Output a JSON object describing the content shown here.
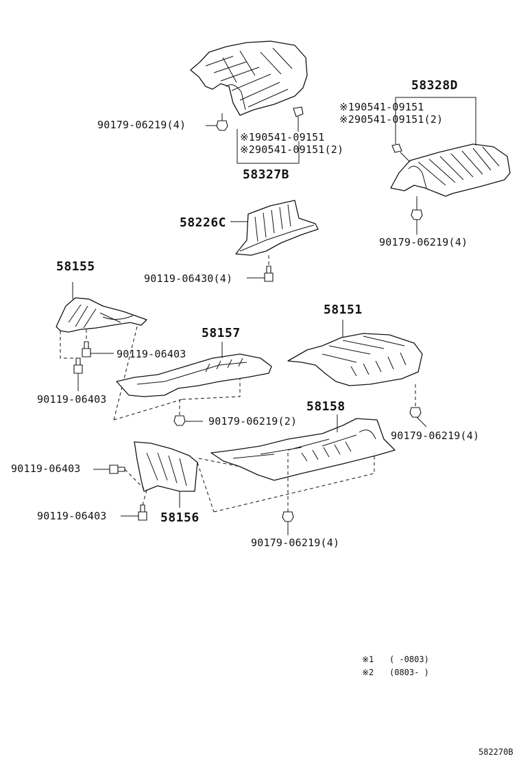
{
  "labels": {
    "p58327b": "58327B",
    "p58328d": "58328D",
    "p58226c": "58226C",
    "p58155": "58155",
    "p58157": "58157",
    "p58151": "58151",
    "p58158": "58158",
    "p58156": "58156",
    "f_nut_58327b": "90179-06219(4)",
    "f_58327b_n1": "※190541-09151",
    "f_58327b_n2": "※290541-09151(2)",
    "f_58328d_n1": "※190541-09151",
    "f_58328d_n2": "※290541-09151(2)",
    "f_nut_58328d": "90179-06219(4)",
    "f_bolt_58226c": "90119-06430(4)",
    "f_bolt_58155_a": "90119-06403",
    "f_bolt_58155_b": "90119-06403",
    "f_nut_58157": "90179-06219(2)",
    "f_nut_58151": "90179-06219(4)",
    "f_bolt_58156_a": "90119-06403",
    "f_bolt_58156_b": "90119-06403",
    "f_nut_58158": "90179-06219(4)"
  },
  "notes": {
    "n1_mark": "※1",
    "n1_range": "(      -0803)",
    "n2_mark": "※2",
    "n2_range": "(0803-      )"
  },
  "diagram_code": "582270B"
}
